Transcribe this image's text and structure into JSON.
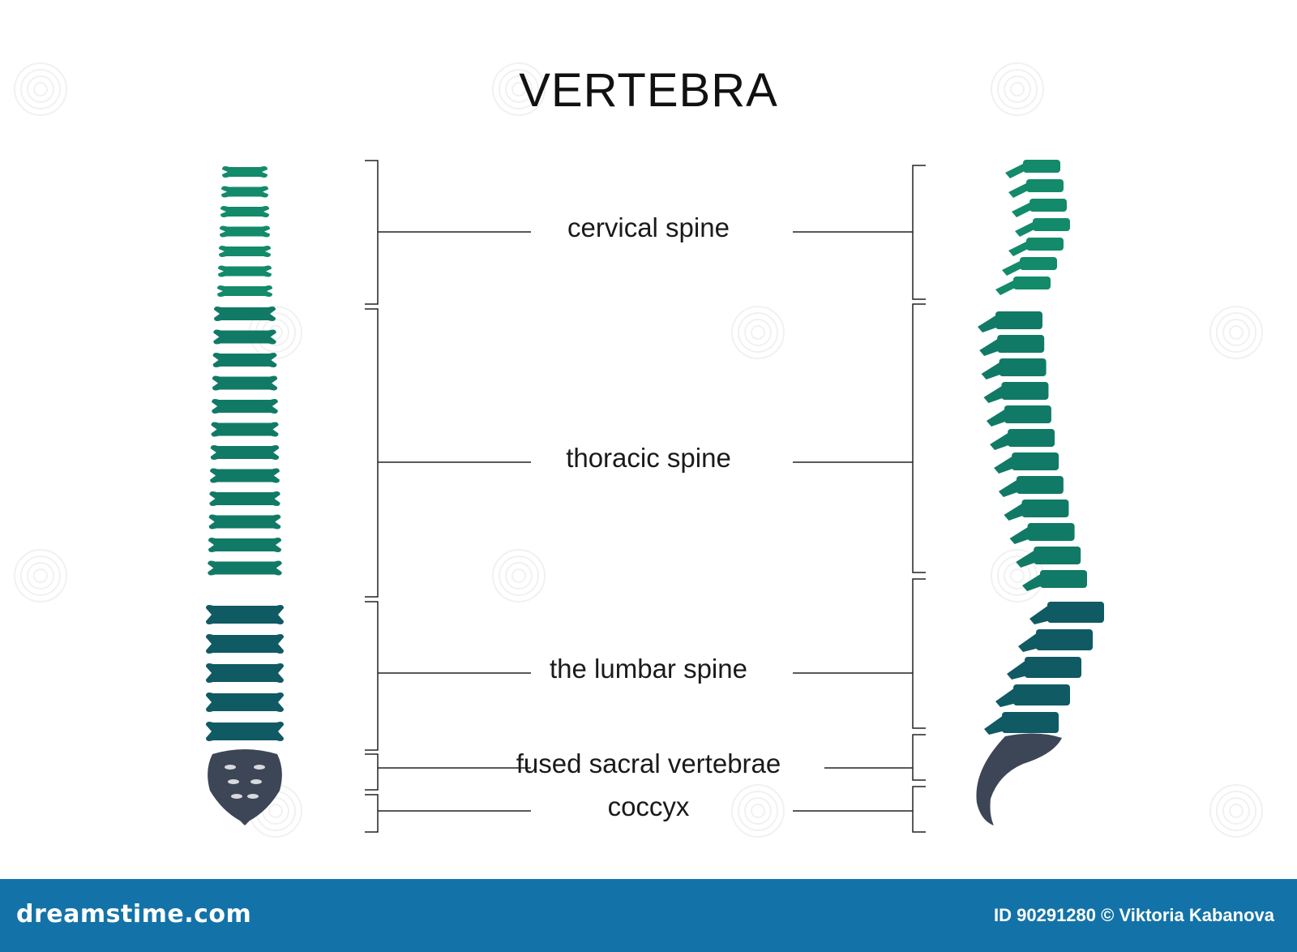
{
  "title": "VERTEBRA",
  "sections": [
    {
      "id": "cervical",
      "label": "cervical spine"
    },
    {
      "id": "thoracic",
      "label": "thoracic spine"
    },
    {
      "id": "lumbar",
      "label": "the lumbar spine"
    },
    {
      "id": "sacral",
      "label": "fused sacral vertebrae"
    },
    {
      "id": "coccyx",
      "label": "coccyx"
    }
  ],
  "colors": {
    "cervical": "#138a6a",
    "thoracic": "#117a66",
    "lumbar": "#0f5a63",
    "sacral": "#3c4656",
    "bracket": "#222222",
    "footer": "#1373a8"
  },
  "footer": {
    "brand": "dreamstime.com",
    "credit": "ID 90291280 © Viktoria Kabanova"
  }
}
